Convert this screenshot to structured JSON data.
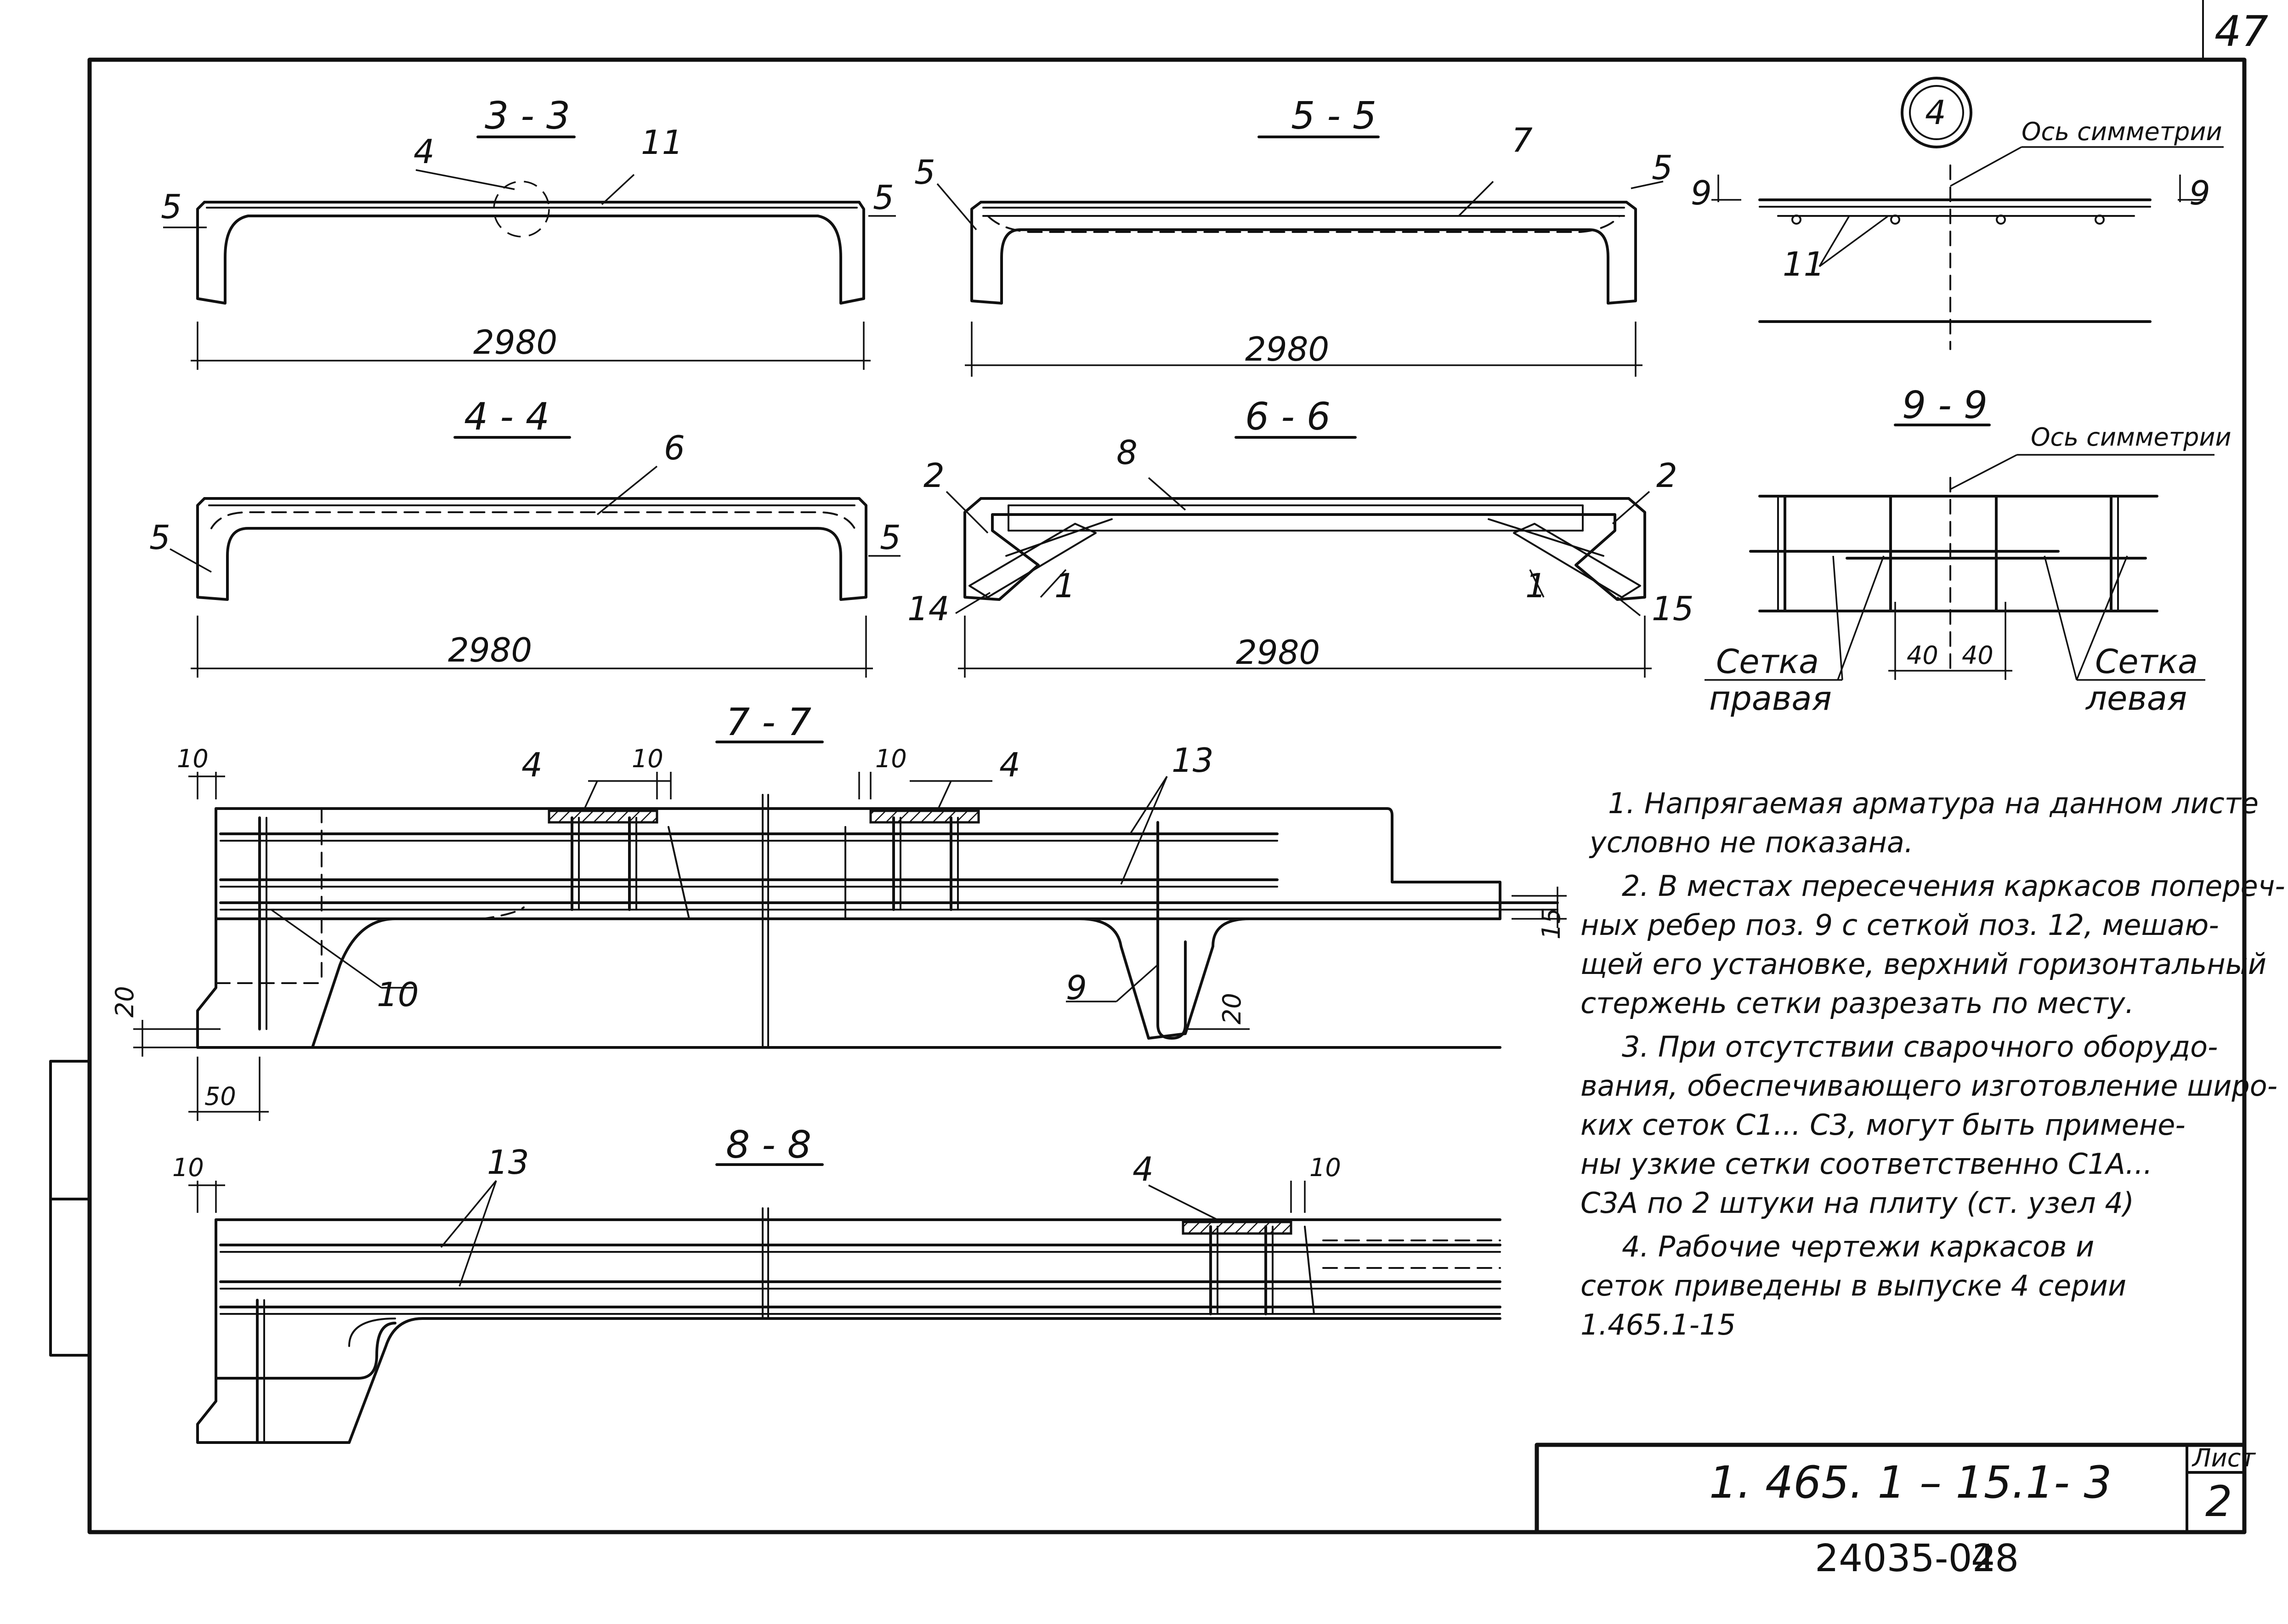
{
  "sheet": {
    "page_number": "47",
    "sheet_label": "Лист",
    "sheet_number": "2",
    "document_code": "1. 465. 1 – 15.1- 3",
    "archive_code": "24035-02",
    "archive_page": "48"
  },
  "sections": {
    "s33": "3 - 3",
    "s44": "4 - 4",
    "s55": "5 - 5",
    "s66": "6 - 6",
    "s77": "7 - 7",
    "s88": "8 - 8",
    "s99": "9 - 9",
    "node4": "4"
  },
  "dimensions": {
    "width_2980": "2980",
    "width_2980_b": "2980",
    "width_2980_c": "2980",
    "width_2980_d": "2980",
    "d10": "10",
    "d15": "15",
    "d20": "20",
    "d50": "50",
    "d40": "40"
  },
  "labels": {
    "p1": "1",
    "p2": "2",
    "p4": "4",
    "p5": "5",
    "p6": "6",
    "p7": "7",
    "p8": "8",
    "p9": "9",
    "p10": "10",
    "p11": "11",
    "p13": "13",
    "p14": "14",
    "p15": "15",
    "axis_symmetry": "Ось симметрии",
    "mesh_right_1": "Сетка",
    "mesh_right_2": "правая",
    "mesh_left_1": "Сетка",
    "mesh_left_2": "левая",
    "cut9": "9"
  },
  "notes": [
    "1. Напрягаемая арматура на данном листе",
    "условно не показана.",
    "2. В местах пересечения каркасов попереч-",
    "ных ребер поз. 9 с сеткой поз. 12, мешаю-",
    "щей его установке, верхний горизонтальный",
    "стержень сетки разрезать по месту.",
    "3. При отсутствии сварочного оборудо-",
    "вания, обеспечивающего изготовление широ-",
    "ких сеток С1... С3, могут быть примене-",
    "ны узкие сетки соответственно С1А...",
    "С3А по 2 штуки на плиту (ст. узел 4)",
    "4. Рабочие чертежи каркасов и",
    "сеток приведены в выпуске 4 серии",
    "1.465.1-15"
  ]
}
